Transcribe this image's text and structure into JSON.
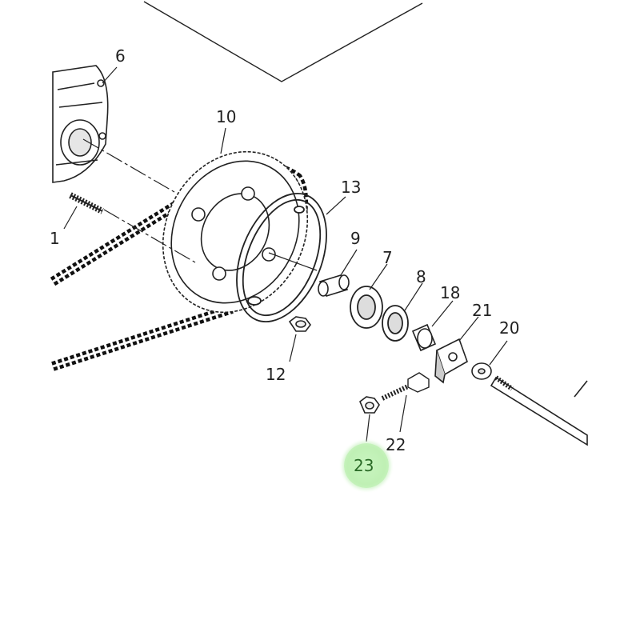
{
  "diagram": {
    "callouts": [
      {
        "id": "c1",
        "label": "1"
      },
      {
        "id": "c6",
        "label": "6"
      },
      {
        "id": "c7",
        "label": "7"
      },
      {
        "id": "c8",
        "label": "8"
      },
      {
        "id": "c9",
        "label": "9"
      },
      {
        "id": "c10",
        "label": "10"
      },
      {
        "id": "c12",
        "label": "12"
      },
      {
        "id": "c13",
        "label": "13"
      },
      {
        "id": "c18",
        "label": "18"
      },
      {
        "id": "c20",
        "label": "20"
      },
      {
        "id": "c21",
        "label": "21"
      },
      {
        "id": "c22",
        "label": "22"
      },
      {
        "id": "c23",
        "label": "23"
      }
    ],
    "highlighted_part": "23",
    "highlight_color": "#bff0b4"
  }
}
